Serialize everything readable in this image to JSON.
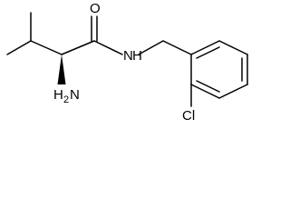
{
  "molecule": {
    "atoms": {
      "oxygen": "O",
      "amide_nitrogen": "N",
      "amide_hydrogen": "H",
      "amine_hydrogen": "H",
      "amine_subscript": "2",
      "amine_nitrogen": "N",
      "chlorine": "Cl"
    }
  }
}
